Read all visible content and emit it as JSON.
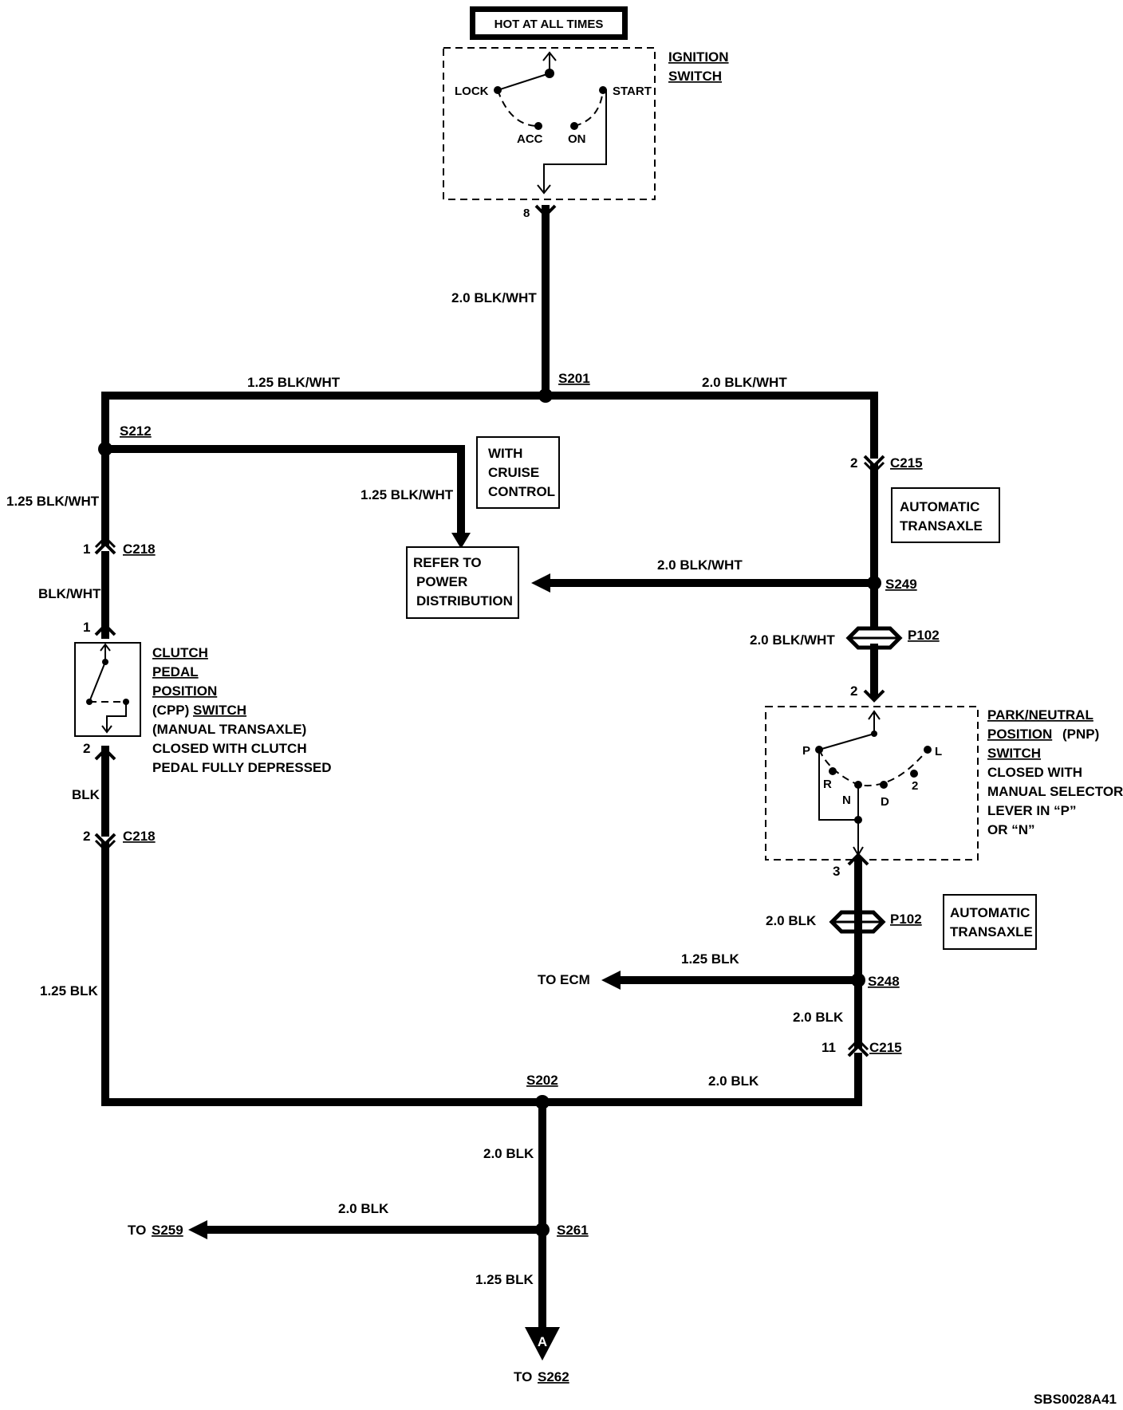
{
  "header": {
    "hot_label": "HOT AT ALL TIMES"
  },
  "ignition_switch": {
    "title_1": "IGNITION",
    "title_2": "SWITCH",
    "positions": {
      "lock": "LOCK",
      "start": "START",
      "acc": "ACC",
      "on": "ON"
    },
    "pin": "8"
  },
  "wires": {
    "top_feed": "2.0 BLK/WHT",
    "left_top": "1.25 BLK/WHT",
    "right_top": "2.0 BLK/WHT",
    "left_branch": "1.25 BLK/WHT",
    "cruise_feed": "1.25 BLK/WHT",
    "clutch_in": "BLK/WHT",
    "clutch_out": "BLK",
    "left_bottom": "1.25 BLK",
    "power_dist_feed": "2.0 BLK/WHT",
    "p102_top": "2.0 BLK/WHT",
    "p102_bottom": "2.0 BLK",
    "to_ecm": "1.25 BLK",
    "s248_down": "2.0 BLK",
    "bottom_right": "2.0 BLK",
    "s202_down": "2.0 BLK",
    "to_s259": "2.0 BLK",
    "s261_down": "1.25 BLK"
  },
  "splices": {
    "s201": "S201",
    "s212": "S212",
    "s249": "S249",
    "s248": "S248",
    "s202": "S202",
    "s261": "S261"
  },
  "connectors": {
    "c215_top": {
      "name": "C215",
      "pin": "2"
    },
    "c218_top": {
      "name": "C218",
      "pin": "1"
    },
    "c218_bottom": {
      "name": "C218",
      "pin": "2"
    },
    "c215_bottom": {
      "name": "C215",
      "pin": "11"
    },
    "p102_top": {
      "name": "P102"
    },
    "p102_bottom": {
      "name": "P102"
    },
    "clutch_pin_top": "1",
    "clutch_pin_bottom": "2",
    "pnp_pin_top": "2",
    "pnp_pin_bottom": "3"
  },
  "notes": {
    "cruise_1": "WITH",
    "cruise_2": "CRUISE",
    "cruise_3": "CONTROL",
    "refer_1": "REFER TO",
    "refer_2": "POWER",
    "refer_3": "DISTRIBUTION",
    "auto_1_a": "AUTOMATIC",
    "auto_1_b": "TRANSAXLE",
    "auto_2_a": "AUTOMATIC",
    "auto_2_b": "TRANSAXLE"
  },
  "clutch_switch": {
    "line1": "CLUTCH",
    "line2": "PEDAL",
    "line3": "POSITION",
    "line4a": "(CPP)",
    "line4b": "SWITCH",
    "line5": "(MANUAL TRANSAXLE)",
    "line6": "CLOSED WITH CLUTCH",
    "line7": "PEDAL FULLY DEPRESSED"
  },
  "pnp_switch": {
    "line1": "PARK/NEUTRAL",
    "line2a": "POSITION",
    "line2b": "(PNP)",
    "line3": "SWITCH",
    "line4": "CLOSED WITH",
    "line5": "MANUAL SELECTOR",
    "line6": "LEVER IN “P”",
    "line7": "OR “N”",
    "positions": {
      "p": "P",
      "r": "R",
      "n": "N",
      "d": "D",
      "two": "2",
      "l": "L"
    }
  },
  "destinations": {
    "to_ecm": "TO ECM",
    "to_s259_prefix": "TO",
    "to_s259": "S259",
    "to_s262_prefix": "TO",
    "to_s262": "S262",
    "marker_a": "A"
  },
  "figure_id": "SBS0028A41"
}
